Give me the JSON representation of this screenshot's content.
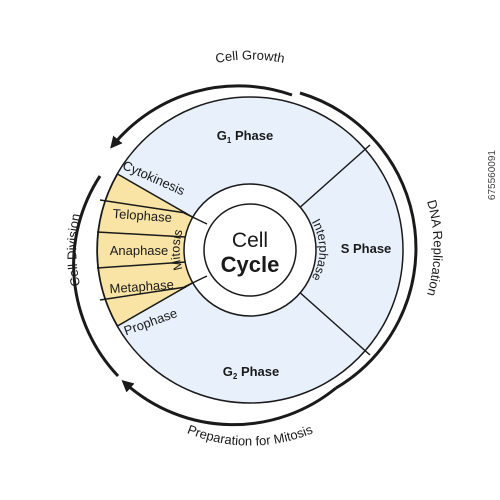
{
  "center": {
    "line1": "Cell",
    "line2": "Cycle"
  },
  "inner_ring": {
    "interphase": "Interphase",
    "mitosis": "Mitosis"
  },
  "phases": {
    "g1": {
      "main": "G",
      "sub": "1",
      "rest": " Phase"
    },
    "s": "S Phase",
    "g2": {
      "main": "G",
      "sub": "2",
      "rest": " Phase"
    }
  },
  "mitosis_stages": [
    "Cytokinesis",
    "Telophase",
    "Anaphase",
    "Metaphase",
    "Prophase"
  ],
  "outer_labels": {
    "top": "Cell Growth",
    "right": "DNA Replication",
    "bottom": "Preparation for Mitosis",
    "left": "Cell Division"
  },
  "watermark": "675560091",
  "colors": {
    "interphase_fill": "#e8f1fb",
    "mitosis_fill": "#f9e4a6",
    "stroke": "#1a1a1a"
  }
}
